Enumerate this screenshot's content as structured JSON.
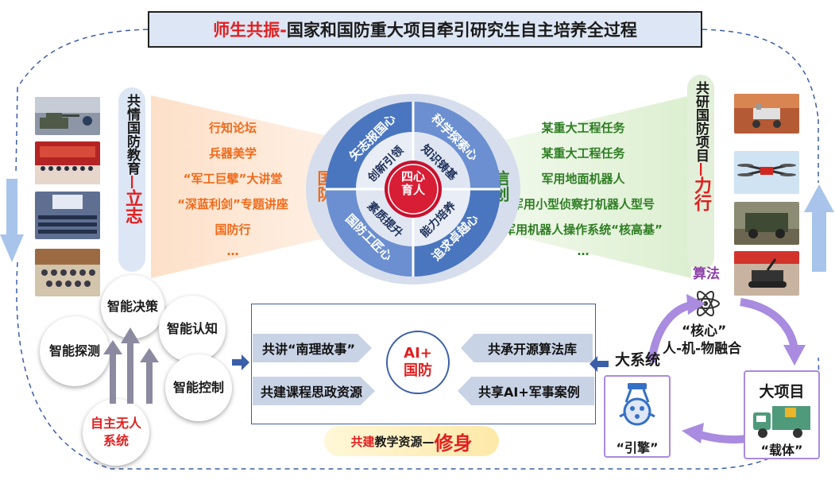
{
  "title": {
    "prefix": "师生共振-",
    "main": "国家和国防重大项目牵引研究生自主培养全过程"
  },
  "left_caption": {
    "top": "共情国防教育",
    "dash": "—",
    "bottom": "立志"
  },
  "left_items": [
    "行知论坛",
    "兵器美学",
    "“军工巨擘”大讲堂",
    "“深蓝利剑”专题讲座",
    "国防行",
    "…"
  ],
  "right_caption": {
    "top": "共研国防项目",
    "dash": "—",
    "bottom": "力行"
  },
  "right_items": [
    "某重大工程任务",
    "某重大工程任务",
    "军用地面机器人",
    "军用小型侦察打机器人型号",
    "军用机器人操作系统“核高基”",
    "…"
  ],
  "center": {
    "left_word": "国防",
    "right_word": "信创",
    "core": "四心育人",
    "outer": [
      "矢志报国心",
      "科学探索心",
      "追求卓越心",
      "国防工匠心"
    ],
    "inner": [
      "创新引领",
      "知识铸基",
      "能力培养",
      "素质提升"
    ]
  },
  "bubbles": {
    "detect": "智能探测",
    "decide": "智能决策",
    "cognize": "智能认知",
    "control": "智能控制",
    "auto": "自主无人系统"
  },
  "ai_box": {
    "left_top": "共讲“南理故事”",
    "left_bottom": "共建课程思政资源",
    "right_top": "共承开源算法库",
    "right_bottom": "共享AI+军事案例",
    "center_line1": "AI+",
    "center_line2": "国防"
  },
  "bottom_banner": {
    "prefix": "共建",
    "middle": "教学资源—",
    "big": "修身"
  },
  "right_cycle": {
    "algorithm": "算法",
    "core_label": "“核心”",
    "fusion": "人-机-物融合",
    "big_system": "大系统",
    "big_project": "大项目",
    "carrier": "“载体”",
    "engine": "“引擎”"
  },
  "colors": {
    "accent_red": "#e02020",
    "orange": "#ef6a1a",
    "green": "#2e7d23",
    "blue": "#3470c4",
    "purple": "#8c5fc3"
  }
}
